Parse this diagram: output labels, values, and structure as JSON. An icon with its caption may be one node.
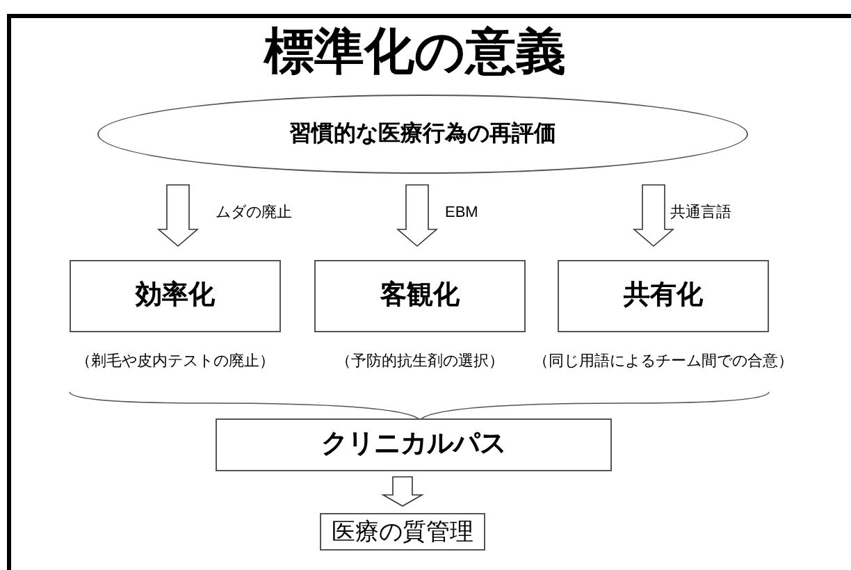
{
  "diagram": {
    "title": "標準化の意義",
    "nodes": [
      {
        "text": [
          "習慣的な医療行為の再評価"
        ]
      },
      {
        "text": [
          "効率化"
        ],
        "beside": [
          "（剃毛や皮内テストの廃止）"
        ]
      },
      {
        "text": [
          "客観化"
        ],
        "beside": [
          "（予防的抗生剤の選択）"
        ]
      },
      {
        "text": [
          "共有化"
        ],
        "beside": [
          "（同じ用語によるチーム間での合意）"
        ]
      },
      {
        "text": [
          "クリニカルパス"
        ]
      },
      {
        "text": [
          "医療の質管理"
        ]
      }
    ],
    "edges": [
      {
        "from": 0,
        "to": 1,
        "arrow": "to",
        "label": "ムダの廃止"
      },
      {
        "from": 0,
        "to": 2,
        "arrow": "to",
        "label": "EBM"
      },
      {
        "from": 0,
        "to": 3,
        "arrow": "to",
        "label": "共通言語"
      },
      {
        "from": 4,
        "to": 5,
        "arrow": "to"
      }
    ]
  }
}
